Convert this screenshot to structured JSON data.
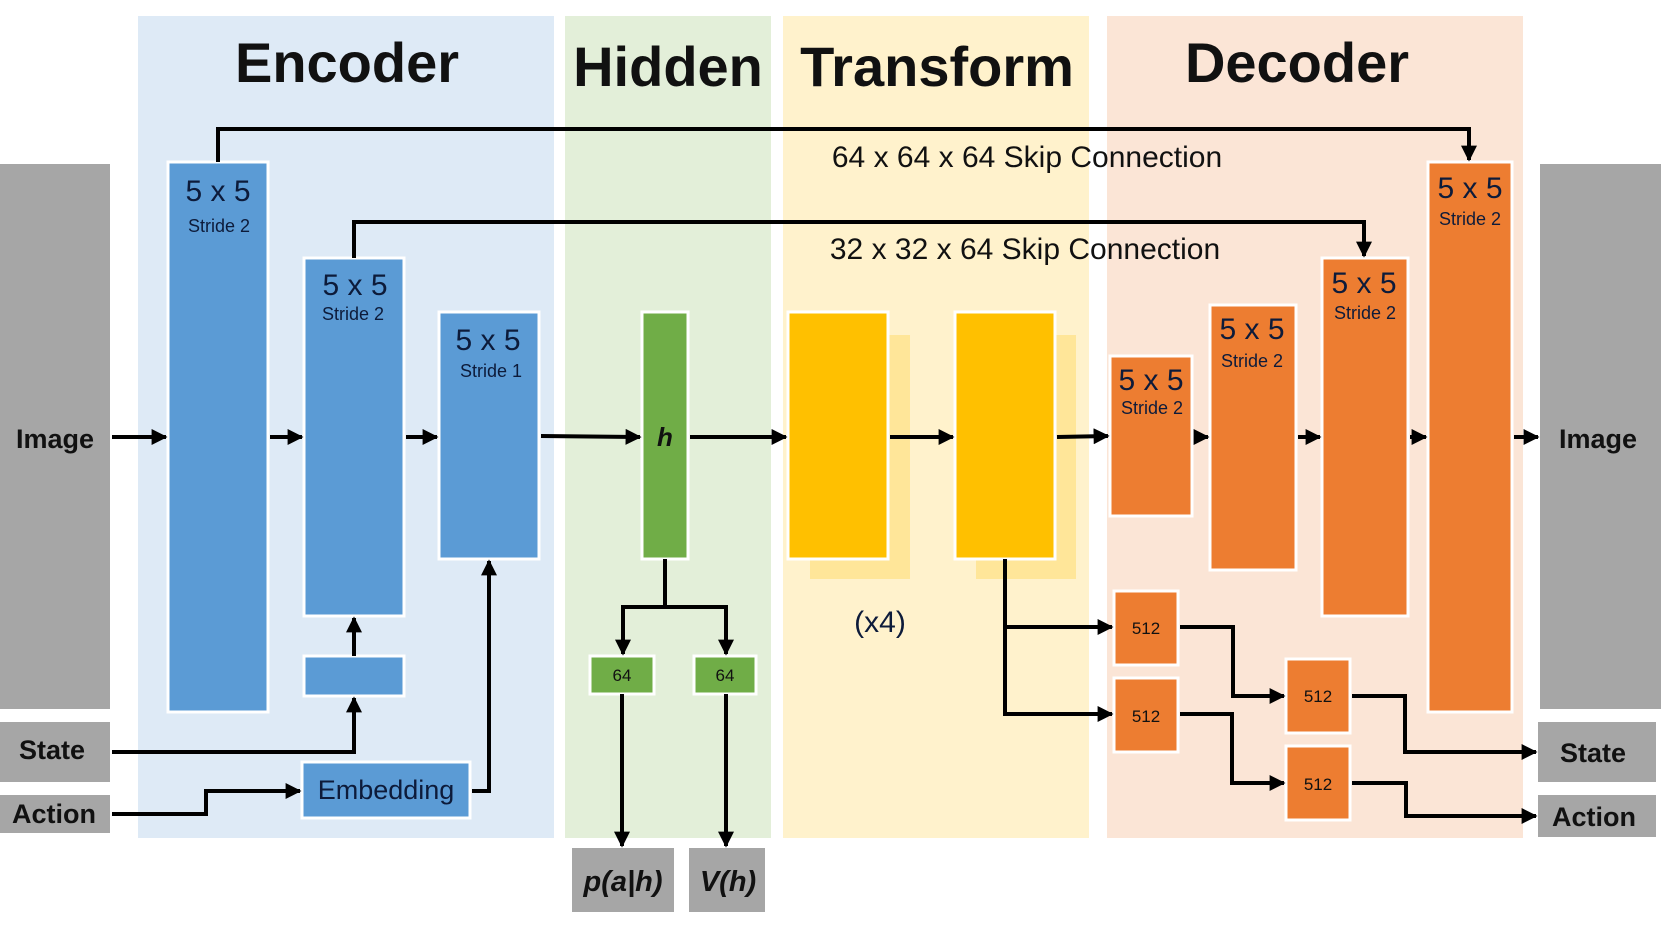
{
  "sections": {
    "encoder": "Encoder",
    "hidden": "Hidden",
    "transform": "Transform",
    "decoder": "Decoder"
  },
  "inputs": {
    "image": "Image",
    "state": "State",
    "action": "Action"
  },
  "outputs": {
    "image": "Image",
    "state": "State",
    "action": "Action",
    "policy": "p(a|h)",
    "value": "V(h)"
  },
  "skips": {
    "skip64": "64 x 64 x 64 Skip Connection",
    "skip32": "32 x 32 x 64 Skip Connection"
  },
  "encoder": {
    "conv1": {
      "kernel": "5 x 5",
      "stride": "Stride 2"
    },
    "conv2": {
      "kernel": "5 x 5",
      "stride": "Stride 2"
    },
    "conv3": {
      "kernel": "5 x 5",
      "stride": "Stride 1"
    },
    "embedding": "Embedding"
  },
  "hidden": {
    "h": "h",
    "fc_policy": "64",
    "fc_value": "64"
  },
  "transform": {
    "repeat": "(x4)"
  },
  "decoder": {
    "deconv1": {
      "kernel": "5 x 5",
      "stride": "Stride 2"
    },
    "deconv2": {
      "kernel": "5 x 5",
      "stride": "Stride 2"
    },
    "deconv3": {
      "kernel": "5 x 5",
      "stride": "Stride 2"
    },
    "deconv4": {
      "kernel": "5 x 5",
      "stride": "Stride 2"
    },
    "fc_state_a": "512",
    "fc_action_a": "512",
    "fc_state_b": "512",
    "fc_action_b": "512"
  },
  "colors": {
    "encoder_bg": "#deeaf6",
    "hidden_bg": "#e3efd9",
    "transform_bg": "#fff2cc",
    "decoder_bg": "#fbe5d6",
    "encoder_block": "#5b9bd5",
    "hidden_block": "#70ad47",
    "transform_block": "#ffc000",
    "transform_shadow": "#ffe699",
    "decoder_block": "#ed7d31",
    "io_gray": "#a6a6a6"
  }
}
